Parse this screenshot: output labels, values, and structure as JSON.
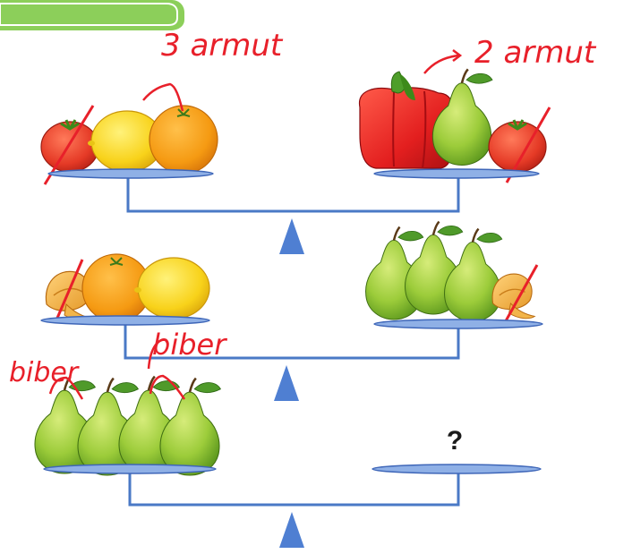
{
  "annotations": {
    "top_left": "3 armut",
    "top_right": "2 armut",
    "middle": "biber",
    "bottom_left": "biber"
  },
  "unknown_mark": "?",
  "colors": {
    "beam": "#4a79c6",
    "plate": "#8fb0e6",
    "plate_rim": "#3e66b8",
    "pivot": "#4f7fd2",
    "annotation_ink": "#e8202a",
    "tab_green": "#8ccf5a"
  },
  "scales": [
    {
      "left_pan": [
        "tomato (crossed out)",
        "lemon",
        "orange"
      ],
      "right_pan": [
        "red pepper",
        "pear",
        "tomato (crossed out)"
      ]
    },
    {
      "left_pan": [
        "mushroom (crossed out)",
        "orange",
        "lemon"
      ],
      "right_pan": [
        "pear",
        "pear",
        "pear",
        "mushroom (crossed out)"
      ]
    },
    {
      "left_pan": [
        "pear",
        "pear",
        "pear",
        "pear"
      ],
      "right_pan": [
        "?"
      ]
    }
  ]
}
